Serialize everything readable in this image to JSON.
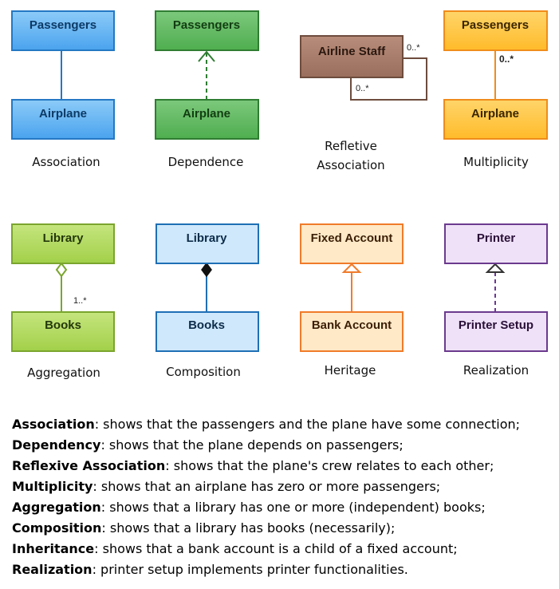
{
  "colors": {
    "blue_fill": "#5ab0f3",
    "blue_stroke": "#2478c4",
    "green_fill": "#5cb85c",
    "green_stroke": "#2f7d32",
    "brown_fill": "#a47866",
    "brown_stroke": "#6d4c3d",
    "orange_fill": "#ffc53d",
    "orange_stroke": "#f08c1a",
    "lime_fill": "#b0d95d",
    "lime_stroke": "#7aa52e",
    "lightblue_fill": "#cfe8fb",
    "lightblue_stroke": "#1f6fb5",
    "peach_fill": "#ffe9c7",
    "peach_stroke": "#f07b2a",
    "lavender_fill": "#efe1f7",
    "lavender_stroke": "#6b3a8e"
  },
  "diagrams": {
    "association": {
      "top": "Passengers",
      "bottom": "Airplane",
      "caption": "Association"
    },
    "dependence": {
      "top": "Passengers",
      "bottom": "Airplane",
      "caption": "Dependence"
    },
    "reflexive": {
      "box": "Airline Staff",
      "mult_right": "0..*",
      "mult_bottom": "0..*",
      "caption_line1": "Refletive",
      "caption_line2": "Association"
    },
    "multiplicity": {
      "top": "Passengers",
      "bottom": "Airplane",
      "mult": "0..*",
      "caption": "Multiplicity"
    },
    "aggregation": {
      "top": "Library",
      "bottom": "Books",
      "mult": "1..*",
      "caption": "Aggregation"
    },
    "composition": {
      "top": "Library",
      "bottom": "Books",
      "caption": "Composition"
    },
    "heritage": {
      "top": "Fixed Account",
      "bottom": "Bank Account",
      "caption": "Heritage"
    },
    "realization": {
      "top": "Printer",
      "bottom": "Printer Setup",
      "caption": "Realization"
    }
  },
  "notes": [
    {
      "term": "Association",
      "text": ": shows that the passengers and the plane have some connection;"
    },
    {
      "term": "Dependency",
      "text": ": shows that the plane depends on passengers;"
    },
    {
      "term": "Reflexive Association",
      "text": ": shows that the plane's crew relates to each other;"
    },
    {
      "term": "Multiplicity",
      "text": ": shows that an airplane has zero or more passengers;"
    },
    {
      "term": "Aggregation",
      "text": ": shows that a library has one or more (independent) books;"
    },
    {
      "term": "Composition",
      "text": ": shows that a library has books (necessarily);"
    },
    {
      "term": "Inheritance",
      "text": ": shows that a bank account is a child of a fixed account;"
    },
    {
      "term": "Realization",
      "text": ": printer setup implements printer functionalities."
    }
  ]
}
